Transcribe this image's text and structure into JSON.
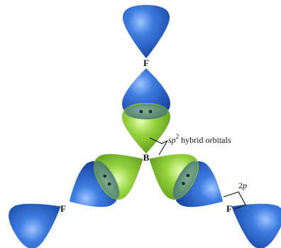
{
  "colors": {
    "fluorine_2p_orbital": "#2257b8",
    "boron_sp2_orbital": "#7fbf2a",
    "bond_dots": "#10283c"
  },
  "atoms": {
    "boron": "B",
    "fluorine_top": "F",
    "fluorine_left": "F",
    "fluorine_right": "F"
  },
  "annotations": {
    "hybrid_prefix": "sp",
    "hybrid_superscript": "2",
    "hybrid_suffix": " hybrid orbitals",
    "p_orbital_number": "2",
    "p_orbital_letter": "p"
  }
}
